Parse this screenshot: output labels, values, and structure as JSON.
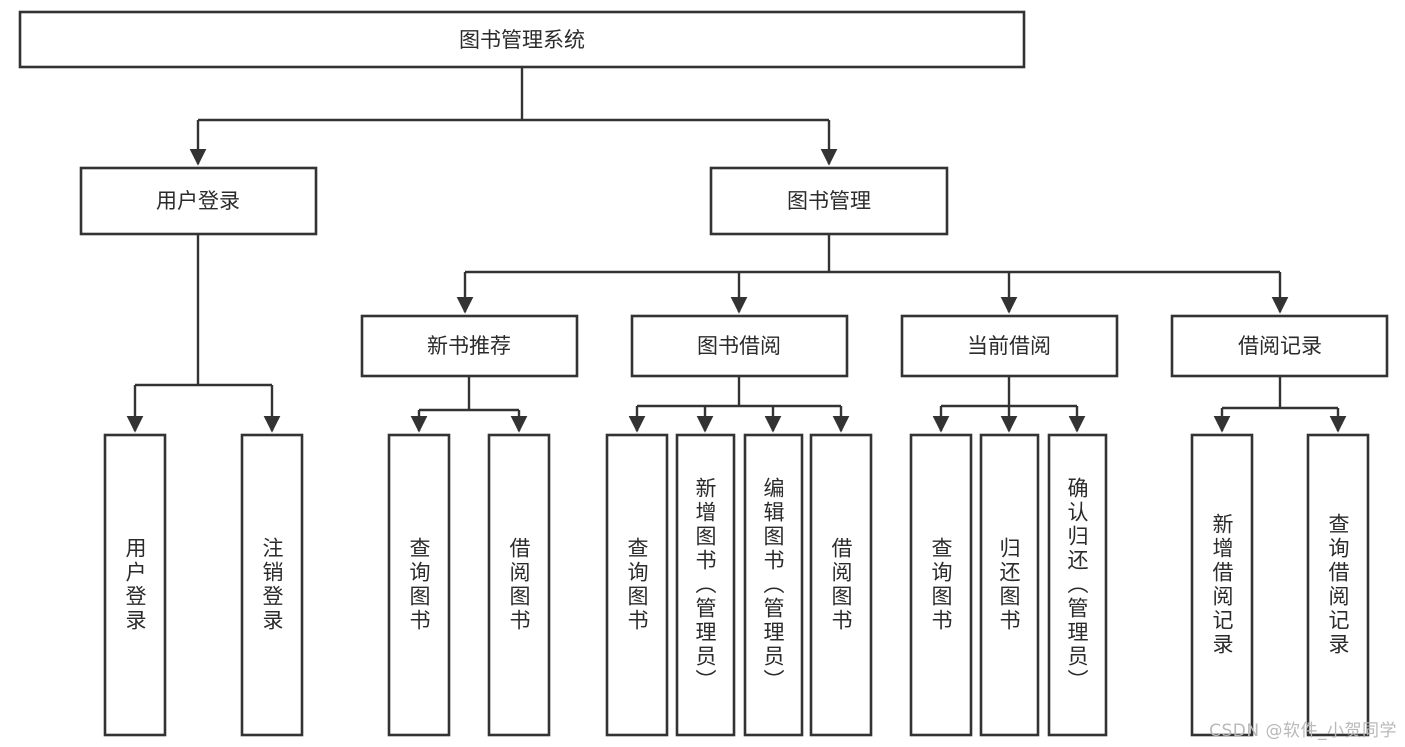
{
  "diagram": {
    "title": "图书管理系统",
    "type": "hierarchy-tree",
    "orientation": "top-down",
    "watermark": "CSDN @软件_小贺同学",
    "colors": {
      "stroke": "#333333",
      "fill": "#ffffff",
      "text": "#2b2b2b",
      "watermark": "#b9b9b9",
      "background": "#ffffff"
    },
    "nodes": {
      "root": {
        "label": "图书管理系统",
        "level": 0
      },
      "level1": [
        {
          "id": "user-login",
          "label": "用户登录",
          "level": 1
        },
        {
          "id": "book-manage",
          "label": "图书管理",
          "level": 1
        }
      ],
      "level2": [
        {
          "id": "new-book-recommend",
          "label": "新书推荐",
          "level": 2,
          "parent": "book-manage"
        },
        {
          "id": "book-borrow",
          "label": "图书借阅",
          "level": 2,
          "parent": "book-manage"
        },
        {
          "id": "current-borrow",
          "label": "当前借阅",
          "level": 2,
          "parent": "book-manage"
        },
        {
          "id": "borrow-record",
          "label": "借阅记录",
          "level": 2,
          "parent": "book-manage"
        }
      ],
      "leaves": [
        {
          "id": "leaf-user-login",
          "label": "用户登录",
          "parent": "user-login"
        },
        {
          "id": "leaf-logout",
          "label": "注销登录",
          "parent": "user-login"
        },
        {
          "id": "leaf-query-book-1",
          "label": "查询图书",
          "parent": "new-book-recommend"
        },
        {
          "id": "leaf-borrow-book-1",
          "label": "借阅图书",
          "parent": "new-book-recommend"
        },
        {
          "id": "leaf-query-book-2",
          "label": "查询图书",
          "parent": "book-borrow"
        },
        {
          "id": "leaf-add-book",
          "label": "新增图书（管理员）",
          "parent": "book-borrow"
        },
        {
          "id": "leaf-edit-book",
          "label": "编辑图书（管理员）",
          "parent": "book-borrow"
        },
        {
          "id": "leaf-borrow-book-2",
          "label": "借阅图书",
          "parent": "book-borrow"
        },
        {
          "id": "leaf-query-book-3",
          "label": "查询图书",
          "parent": "current-borrow"
        },
        {
          "id": "leaf-return-book",
          "label": "归还图书",
          "parent": "current-borrow"
        },
        {
          "id": "leaf-confirm-return",
          "label": "确认归还（管理员）",
          "parent": "current-borrow"
        },
        {
          "id": "leaf-add-record",
          "label": "新增借阅记录",
          "parent": "borrow-record"
        },
        {
          "id": "leaf-query-record",
          "label": "查询借阅记录",
          "parent": "borrow-record"
        }
      ]
    }
  }
}
